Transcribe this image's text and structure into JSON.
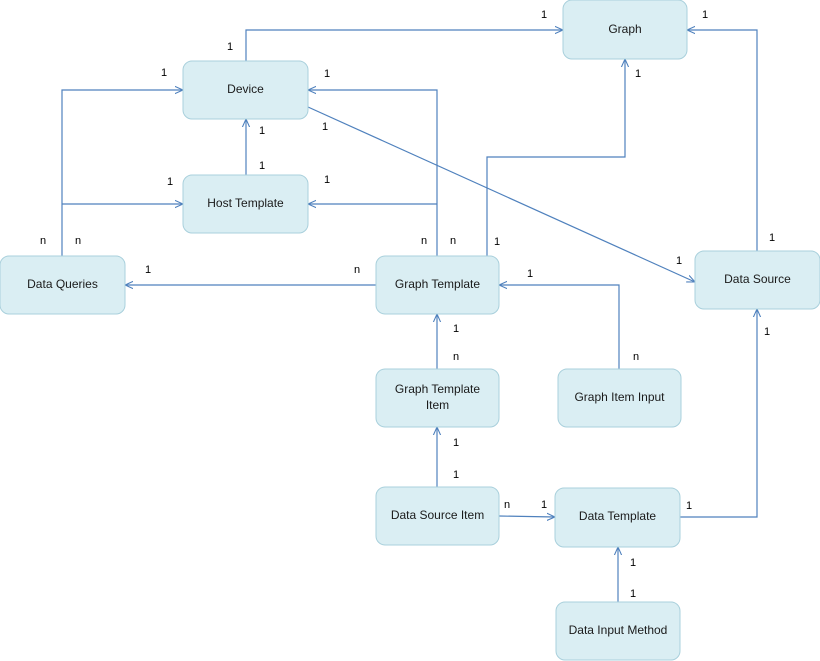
{
  "nodes": [
    {
      "id": "graph",
      "label": "Graph"
    },
    {
      "id": "device",
      "label": "Device"
    },
    {
      "id": "host_template",
      "label": "Host Template"
    },
    {
      "id": "data_queries",
      "label": "Data Queries"
    },
    {
      "id": "graph_template",
      "label": "Graph Template"
    },
    {
      "id": "data_source",
      "label": "Data Source"
    },
    {
      "id": "graph_template_item",
      "label_lines": [
        "Graph Template",
        "Item"
      ]
    },
    {
      "id": "graph_item_input",
      "label": "Graph Item Input"
    },
    {
      "id": "data_source_item",
      "label": "Data Source Item"
    },
    {
      "id": "data_template",
      "label": "Data Template"
    },
    {
      "id": "data_input_method",
      "label": "Data Input Method"
    }
  ],
  "edges": [
    {
      "id": "device-graph",
      "from": "device",
      "to": "graph",
      "from_card": "1",
      "to_card": "1"
    },
    {
      "id": "datasource-graph",
      "from": "data_source",
      "to": "graph",
      "from_card": "1",
      "to_card": "1"
    },
    {
      "id": "hosttemplate-device",
      "from": "host_template",
      "to": "device",
      "from_card": "1",
      "to_card": "1"
    },
    {
      "id": "dataqueries-device",
      "from": "data_queries",
      "to": "device",
      "from_card": "n",
      "to_card": "1"
    },
    {
      "id": "dataqueries-hosttemplate",
      "from": "data_queries",
      "to": "host_template",
      "from_card": "n",
      "to_card": "1"
    },
    {
      "id": "graphtemplate-device",
      "from": "graph_template",
      "to": "device",
      "from_card": "n",
      "to_card": "1"
    },
    {
      "id": "graphtemplate-hosttemplate",
      "from": "graph_template",
      "to": "host_template",
      "from_card": "n",
      "to_card": "1"
    },
    {
      "id": "graphtemplate-graph",
      "from": "graph_template",
      "to": "graph",
      "from_card": "1",
      "to_card": "1"
    },
    {
      "id": "device-datasource",
      "from": "device",
      "to": "data_source",
      "from_card": "1",
      "to_card": "1"
    },
    {
      "id": "graphtemplate-dataqueries",
      "from": "graph_template",
      "to": "data_queries",
      "from_card": "n",
      "to_card": "1"
    },
    {
      "id": "graphiteminput-graphtemplate",
      "from": "graph_item_input",
      "to": "graph_template",
      "from_card": "n",
      "to_card": "1"
    },
    {
      "id": "graphtemplateitem-graphtemplate",
      "from": "graph_template_item",
      "to": "graph_template",
      "from_card": "n",
      "to_card": "1"
    },
    {
      "id": "datasourceitem-graphtemplateitem",
      "from": "data_source_item",
      "to": "graph_template_item",
      "from_card": "1",
      "to_card": "1"
    },
    {
      "id": "datasourceitem-datatemplate",
      "from": "data_source_item",
      "to": "data_template",
      "from_card": "n",
      "to_card": "1"
    },
    {
      "id": "datatemplate-datasource",
      "from": "data_template",
      "to": "data_source",
      "from_card": "1",
      "to_card": "1"
    },
    {
      "id": "datainputmethod-datatemplate",
      "from": "data_input_method",
      "to": "data_template",
      "from_card": "1",
      "to_card": "1"
    }
  ]
}
